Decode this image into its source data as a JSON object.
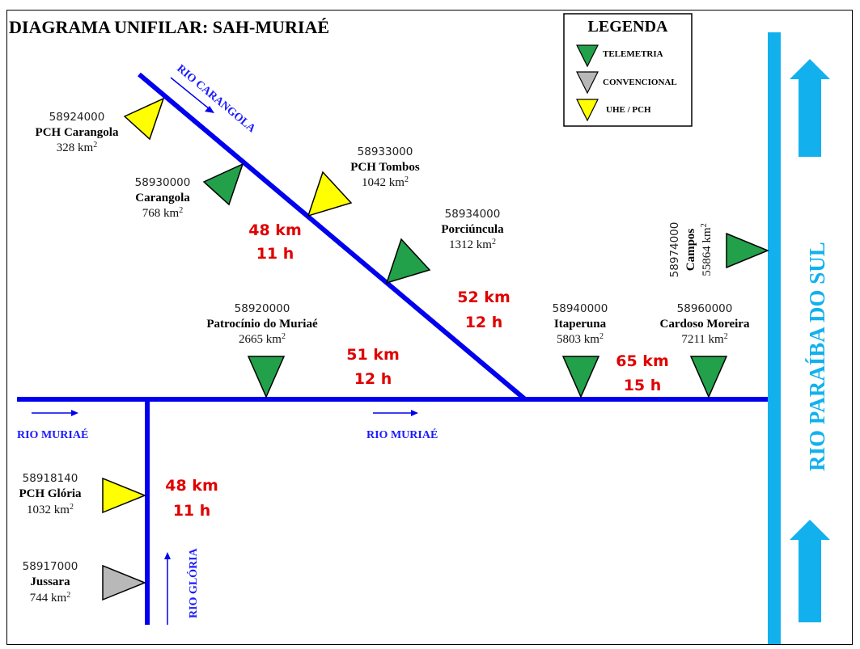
{
  "title": "DIAGRAMA UNIFILAR: SAH-MURIAÉ",
  "legend": {
    "title": "LEGENDA",
    "items": [
      {
        "label": "TELEMETRIA",
        "color": "#22a04a"
      },
      {
        "label": "CONVENCIONAL",
        "color": "#b8b8b8"
      },
      {
        "label": "UHE / PCH",
        "color": "#ffff00"
      }
    ]
  },
  "colors": {
    "river_line": "#0000ee",
    "main_river": "#12b1ee",
    "distance_text": "#e00000",
    "telemetria": "#22a04a",
    "convencional": "#b8b8b8",
    "uhe_pch": "#ffff00"
  },
  "rivers": {
    "carangola": "RIO CARANGOLA",
    "muriae_left": "RIO MURIAÉ",
    "muriae_mid": "RIO MURIAÉ",
    "gloria": "RIO GLÓRIA",
    "paraiba": "RIO PARAÍBA DO SUL"
  },
  "stations": {
    "s58924000": {
      "code": "58924000",
      "name": "PCH Carangola",
      "area": "328 km",
      "sup": "2",
      "type": "uhe_pch"
    },
    "s58930000": {
      "code": "58930000",
      "name": "Carangola",
      "area": "768 km",
      "sup": "2",
      "type": "telemetria"
    },
    "s58933000": {
      "code": "58933000",
      "name": "PCH Tombos",
      "area": "1042 km",
      "sup": "2",
      "type": "uhe_pch"
    },
    "s58934000": {
      "code": "58934000",
      "name": "Porciúncula",
      "area": "1312 km",
      "sup": "2",
      "type": "telemetria"
    },
    "s58920000": {
      "code": "58920000",
      "name": "Patrocínio do Muriaé",
      "area": "2665 km",
      "sup": "2",
      "type": "telemetria"
    },
    "s58940000": {
      "code": "58940000",
      "name": "Itaperuna",
      "area": "5803 km",
      "sup": "2",
      "type": "telemetria"
    },
    "s58960000": {
      "code": "58960000",
      "name": "Cardoso Moreira",
      "area": "7211 km",
      "sup": "2",
      "type": "telemetria"
    },
    "s58974000": {
      "code": "58974000",
      "name": "Campos",
      "area": "55864 km",
      "sup": "2",
      "type": "telemetria"
    },
    "s58918140": {
      "code": "58918140",
      "name": "PCH Glória",
      "area": "1032 km",
      "sup": "2",
      "type": "uhe_pch"
    },
    "s58917000": {
      "code": "58917000",
      "name": "Jussara",
      "area": "744 km",
      "sup": "2",
      "type": "convencional"
    }
  },
  "distances": {
    "carangola_upper": {
      "dist": "48 km",
      "time": "11 h"
    },
    "carangola_lower": {
      "dist": "52 km",
      "time": "12 h"
    },
    "muriae_mid": {
      "dist": "51 km",
      "time": "12 h"
    },
    "muriae_lower": {
      "dist": "65 km",
      "time": "15 h"
    },
    "gloria": {
      "dist": "48 km",
      "time": "11 h"
    }
  }
}
